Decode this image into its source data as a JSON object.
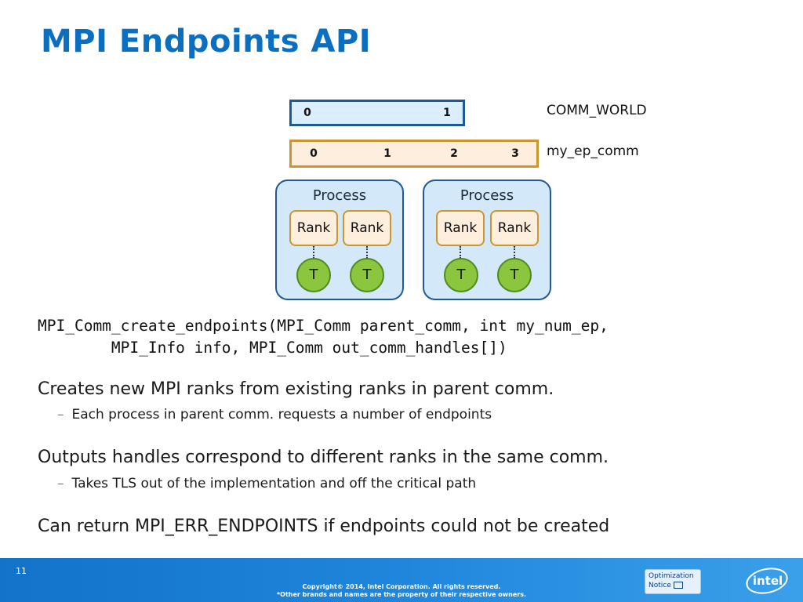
{
  "slide": {
    "title": "MPI Endpoints API",
    "number": "11"
  },
  "diagram": {
    "comm_world": {
      "label": "COMM_WORLD",
      "ranks": [
        "0",
        "1"
      ]
    },
    "my_ep_comm": {
      "label": "my_ep_comm",
      "ranks": [
        "0",
        "1",
        "2",
        "3"
      ]
    },
    "processes": [
      {
        "label": "Process",
        "ranks": [
          "Rank",
          "Rank"
        ],
        "threads": [
          "T",
          "T"
        ]
      },
      {
        "label": "Process",
        "ranks": [
          "Rank",
          "Rank"
        ],
        "threads": [
          "T",
          "T"
        ]
      }
    ]
  },
  "body": {
    "code_line1": "MPI_Comm_create_endpoints(MPI_Comm parent_comm, int my_num_ep,",
    "code_line2": "        MPI_Info info, MPI_Comm out_comm_handles[])",
    "bullets": [
      {
        "text": "Creates new MPI ranks from existing ranks in parent comm.",
        "sub": "Each process in parent comm. requests a number of endpoints"
      },
      {
        "text": "Outputs handles correspond to different ranks in the same comm.",
        "sub": "Takes TLS out of the implementation and off the critical path"
      },
      {
        "text": "Can return MPI_ERR_ENDPOINTS if endpoints could not be created"
      }
    ],
    "dash": "–"
  },
  "footer": {
    "copyright_line1": "Copyright© 2014, Intel Corporation. All rights reserved.",
    "copyright_line2": "*Other brands and names are the property of their respective owners.",
    "optimization_notice_line1": "Optimization",
    "optimization_notice_line2": "Notice",
    "logo_text": "intel",
    "colors": {
      "footer_bar": "#1f86dc",
      "title": "#0a6fc1"
    }
  }
}
